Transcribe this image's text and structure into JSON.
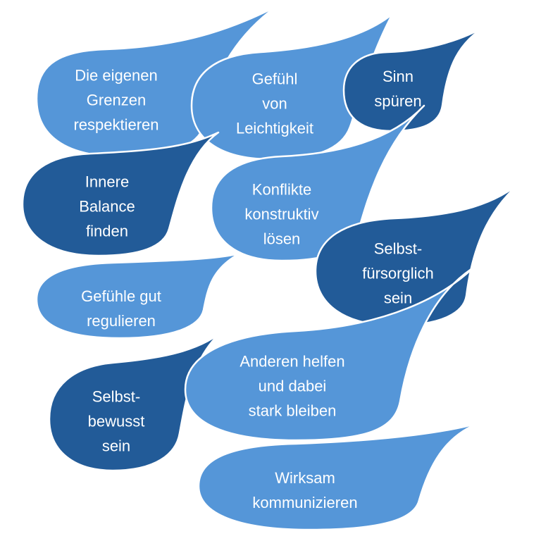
{
  "colors": {
    "light_blue": "#5596d8",
    "dark_blue": "#225b98",
    "outline": "#ffffff",
    "text": "#ffffff"
  },
  "drops": [
    {
      "id": "grenzen",
      "shade": "light",
      "label": "Die eigenen\nGrenzen\nrespektieren"
    },
    {
      "id": "leichtigkeit",
      "shade": "light",
      "label": "Gefühl\nvon\nLeichtigkeit"
    },
    {
      "id": "sinn",
      "shade": "dark",
      "label": "Sinn\nspüren"
    },
    {
      "id": "balance",
      "shade": "dark",
      "label": "Innere\nBalance\nfinden"
    },
    {
      "id": "konflikte",
      "shade": "light",
      "label": "Konflikte\nkonstruktiv\nlösen"
    },
    {
      "id": "selbstfuersorglich",
      "shade": "dark",
      "label": "Selbst-\nfürsorglich\nsein"
    },
    {
      "id": "gefuehle",
      "shade": "light",
      "label": "Gefühle gut\nregulieren"
    },
    {
      "id": "selbstbewusst",
      "shade": "dark",
      "label": "Selbst-\nbewusst\nsein"
    },
    {
      "id": "helfen",
      "shade": "light",
      "label": "Anderen helfen\nund dabei\nstark bleiben"
    },
    {
      "id": "wirksam",
      "shade": "light",
      "label": "Wirksam\nkommunizieren"
    }
  ]
}
